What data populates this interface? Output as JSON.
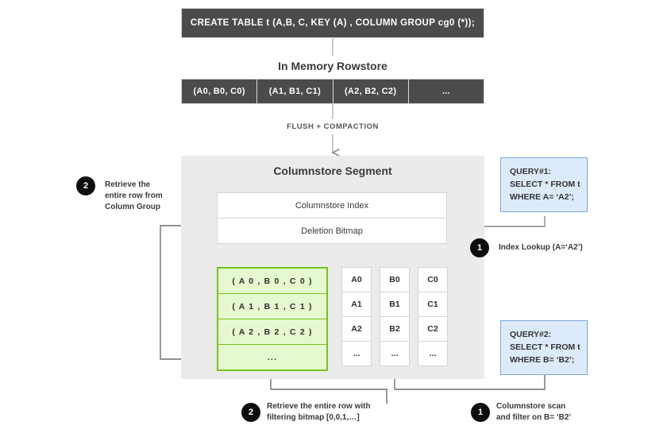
{
  "ddl": {
    "statement": "CREATE TABLE  t (A,B, C, KEY (A) , COLUMN GROUP cg0 (*));"
  },
  "rowstore": {
    "title": "In Memory Rowstore",
    "cells": [
      "(A0, B0, C0)",
      "(A1, B1, C1)",
      "(A2, B2, C2)",
      "..."
    ]
  },
  "flush": {
    "label": "FLUSH + COMPACTION"
  },
  "segment": {
    "title": "Columnstore Segment",
    "meta_rows": [
      "Columnstore Index",
      "Deletion Bitmap"
    ],
    "column_group_rows": [
      "( A 0 ,  B 0 ,  C 0 )",
      "( A 1 ,  B 1 ,  C 1 )",
      "( A 2 ,  B 2 ,  C 2 )",
      "..."
    ],
    "columns": [
      {
        "name": "A",
        "cells": [
          "A0",
          "A1",
          "A2",
          "..."
        ]
      },
      {
        "name": "B",
        "cells": [
          "B0",
          "B1",
          "B2",
          "..."
        ]
      },
      {
        "name": "C",
        "cells": [
          "C0",
          "C1",
          "C2",
          "..."
        ]
      }
    ]
  },
  "queries": [
    {
      "id": "query-1",
      "lines": [
        "QUERY#1:",
        "SELECT * FROM t",
        "WHERE A= ‘A2’;"
      ]
    },
    {
      "id": "query-2",
      "lines": [
        "QUERY#2:",
        "SELECT * FROM t",
        "WHERE B= ‘B2’;"
      ]
    }
  ],
  "annotations": {
    "left_step": {
      "badge": "2",
      "line1": "Retrieve the",
      "line2": "entire row from",
      "line3": "Column Group"
    },
    "index_lookup": {
      "badge": "1",
      "text": "Index Lookup (A=‘A2’)"
    },
    "bottom_retrieve": {
      "badge": "2",
      "line1": "Retrieve the entire row with",
      "line2": "filtering bitmap [0,0,1,…]"
    },
    "bottom_scan": {
      "badge": "1",
      "line1": "Columnstore scan",
      "line2": "and filter on B= ‘B2’"
    }
  },
  "colors": {
    "dark_box": "#4b4b4b",
    "panel_grey": "#ebebeb",
    "green_border": "#73c41d",
    "green_fill": "#e6f8cf",
    "query_fill": "#ddeafb",
    "query_border": "#7ca8ea",
    "badge": "#0d0d0d",
    "connector": "#808080"
  }
}
